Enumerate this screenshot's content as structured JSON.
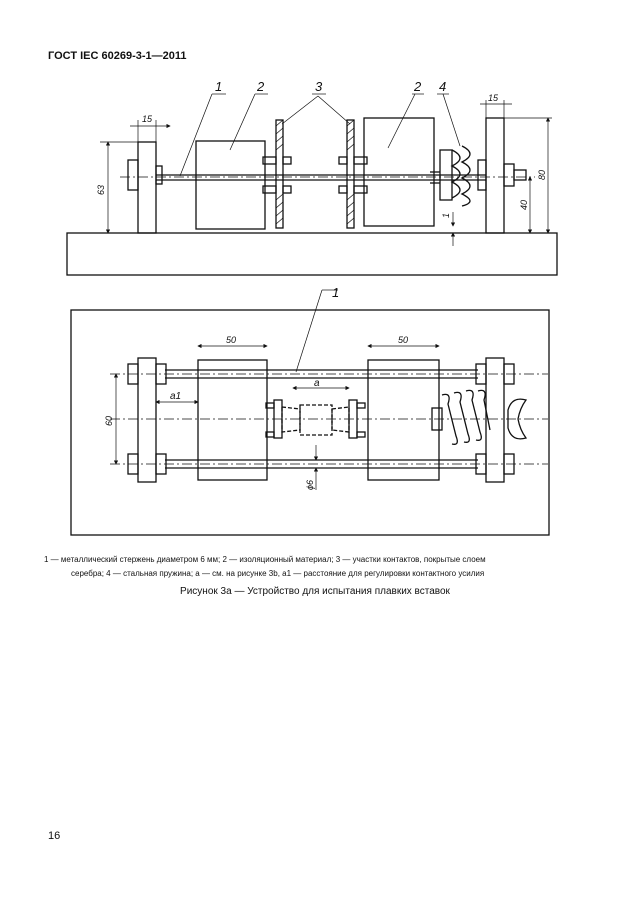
{
  "header": {
    "standard": "ГОСТ IEC 60269-3-1—2011"
  },
  "figure": {
    "side_view": {
      "callouts": [
        "1",
        "2",
        "3",
        "2",
        "4"
      ],
      "dims": {
        "width_left": "15",
        "width_right": "15",
        "height_63": "63",
        "height_80": "80",
        "height_40": "40",
        "gap_1": "1"
      }
    },
    "top_view": {
      "callouts": [
        "1"
      ],
      "dims": {
        "block_left": "50",
        "block_right": "50",
        "a": "a",
        "a1": "a1",
        "height_60": "60",
        "diam": "ϕ6"
      }
    }
  },
  "legend": {
    "line1": "1 — металлический стержень диаметром 6 мм; 2 — изоляционный материал; 3 — участки контактов, покрытые слоем",
    "line2": "серебра; 4 — стальная пружина; a — см. на рисунке 3b, a1 — расстояние для регулировки контактного усилия"
  },
  "caption": "Рисунок 3а — Устройство для испытания плавких вставок",
  "page_number": "16"
}
